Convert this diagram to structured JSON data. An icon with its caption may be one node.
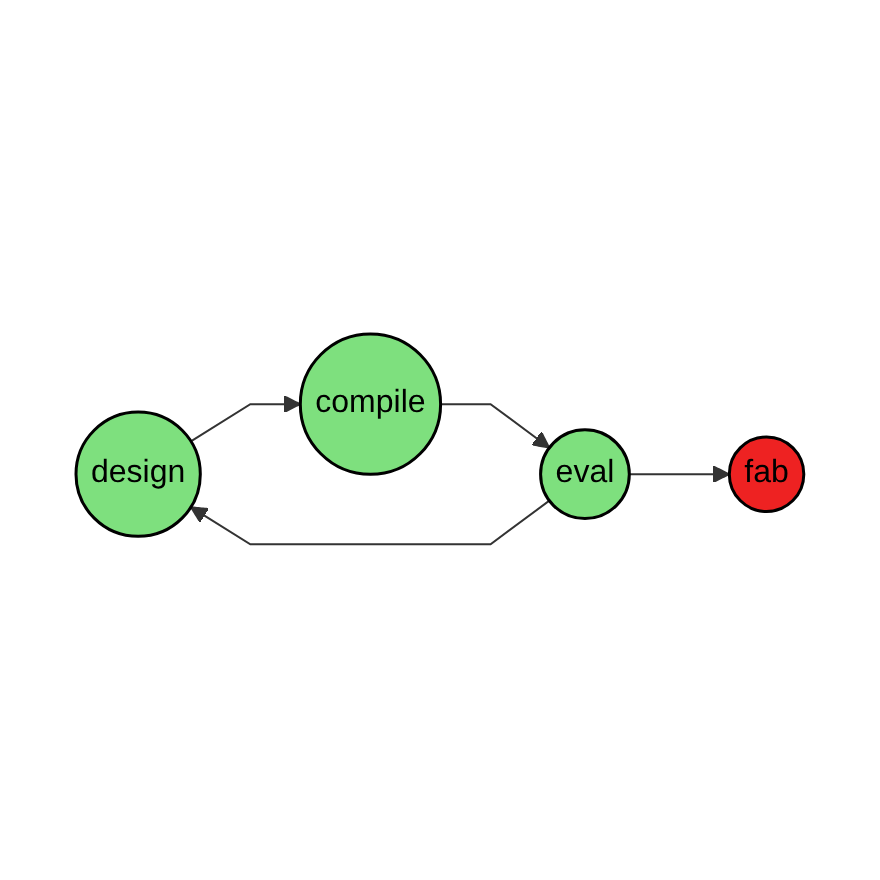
{
  "diagram": {
    "nodes": [
      {
        "text": [
          "design"
        ]
      },
      {
        "text": [
          "compile"
        ]
      },
      {
        "text": [
          "eval"
        ]
      },
      {
        "text": [
          "fab"
        ]
      }
    ],
    "edges": [
      {
        "from": 0,
        "to": 1,
        "arrow": "to"
      },
      {
        "from": 1,
        "to": 2,
        "arrow": "to"
      },
      {
        "from": 2,
        "to": 0,
        "arrow": "to"
      },
      {
        "from": 2,
        "to": 3,
        "arrow": "to"
      }
    ]
  }
}
